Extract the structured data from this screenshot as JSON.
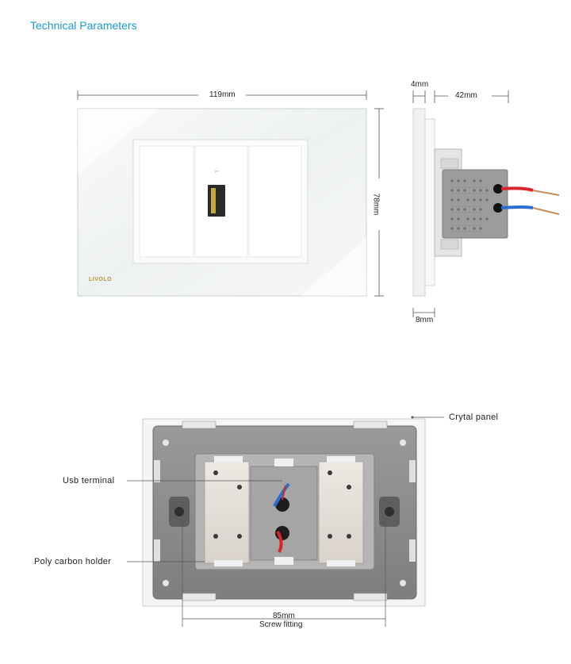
{
  "header": {
    "title": "Technical Parameters"
  },
  "front_view": {
    "width_dim": "119mm",
    "height_dim": "78mm",
    "brand": "LIVOLO"
  },
  "side_view": {
    "panel_thickness_dim": "4mm",
    "depth_dim": "42mm",
    "base_dim": "8mm"
  },
  "back_view": {
    "callouts": {
      "crystal_panel": "Crytal panel",
      "usb_terminal": "Usb terminal",
      "holder": "Poly carbon holder"
    },
    "screw_dim": "85mm",
    "screw_label": "Screw fitting"
  },
  "colors": {
    "title": "#1a9ad6",
    "frame_gray": "#8c8c8c",
    "glass": "#f3f5f5",
    "wire_red": "#d8242a",
    "wire_blue": "#2a6fd0"
  }
}
